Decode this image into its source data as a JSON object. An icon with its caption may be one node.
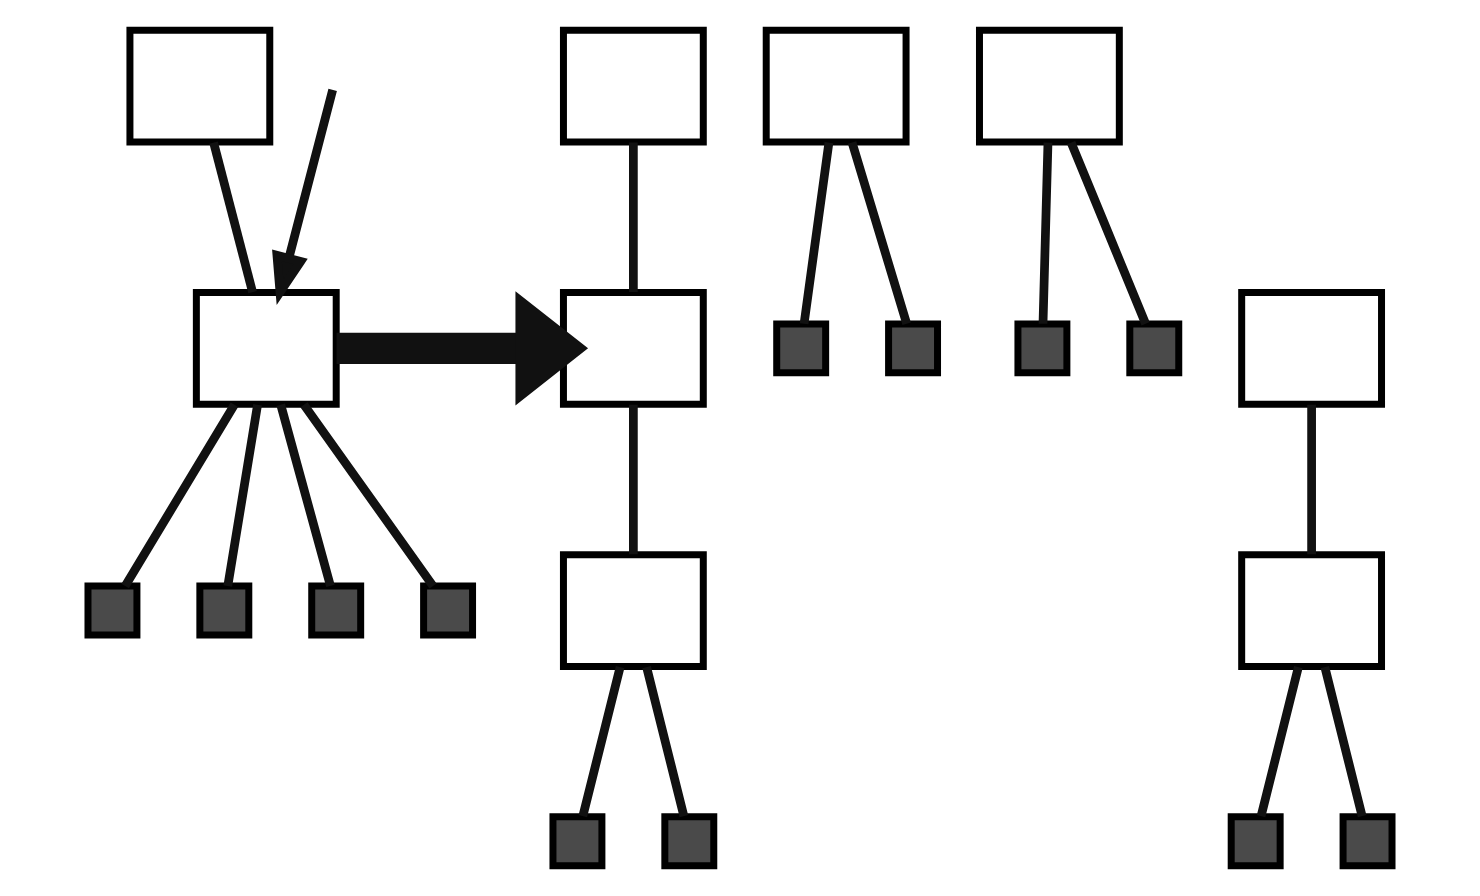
{
  "diagram": {
    "nodes": [
      {
        "text": [],
        "shape": "box"
      },
      {
        "text": [],
        "shape": "box"
      },
      {
        "text": [],
        "shape": "box"
      },
      {
        "text": [],
        "shape": "square"
      },
      {
        "text": [],
        "shape": "square"
      },
      {
        "text": [],
        "shape": "square"
      },
      {
        "text": [],
        "shape": "square"
      },
      {
        "text": [],
        "shape": "square"
      },
      {
        "text": [],
        "shape": "square"
      },
      {
        "text": [],
        "shape": "box"
      },
      {
        "text": [],
        "shape": "box"
      },
      {
        "text": [],
        "shape": "box"
      },
      {
        "text": [],
        "shape": "box"
      },
      {
        "text": [],
        "shape": "square"
      },
      {
        "text": [],
        "shape": "square"
      },
      {
        "text": [],
        "shape": "box"
      },
      {
        "text": [],
        "shape": "box"
      },
      {
        "text": [],
        "shape": "square"
      },
      {
        "text": [],
        "shape": "square"
      },
      {
        "text": [],
        "shape": "square"
      },
      {
        "text": [],
        "shape": "square"
      }
    ],
    "edges": [
      {
        "from": 0,
        "to": 2,
        "arrow": "none"
      },
      {
        "from": 1,
        "to": 3,
        "arrow": "none"
      },
      {
        "from": 1,
        "to": 4,
        "arrow": "none"
      },
      {
        "from": 2,
        "to": 5,
        "arrow": "none"
      },
      {
        "from": 2,
        "to": 6,
        "arrow": "none"
      },
      {
        "from": 2,
        "to": 7,
        "arrow": "none"
      },
      {
        "from": 2,
        "to": 8,
        "arrow": "none"
      },
      {
        "from": null,
        "to": 2,
        "arrow": "to"
      },
      {
        "from": 2,
        "to": 11,
        "arrow": "to",
        "style": "thick"
      },
      {
        "from": 9,
        "to": 11,
        "arrow": "none"
      },
      {
        "from": 10,
        "to": 13,
        "arrow": "none"
      },
      {
        "from": 10,
        "to": 14,
        "arrow": "none"
      },
      {
        "from": 11,
        "to": 15,
        "arrow": "none"
      },
      {
        "from": 12,
        "to": 16,
        "arrow": "none"
      },
      {
        "from": 15,
        "to": 17,
        "arrow": "none"
      },
      {
        "from": 15,
        "to": 18,
        "arrow": "none"
      },
      {
        "from": 16,
        "to": 19,
        "arrow": "none"
      },
      {
        "from": 16,
        "to": 20,
        "arrow": "none"
      }
    ]
  }
}
